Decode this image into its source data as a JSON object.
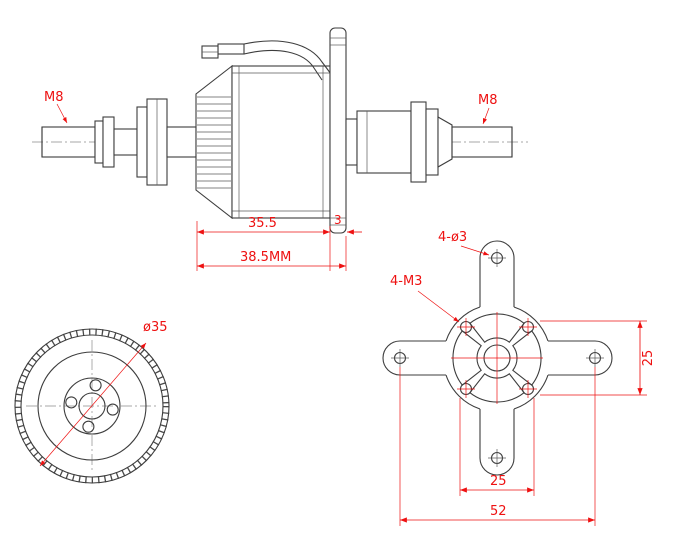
{
  "drawing": {
    "side_view": {
      "label_thread_left": "M8",
      "label_thread_right": "M8",
      "dim_body_length": "35.5",
      "dim_flange_thickness": "3",
      "dim_total_length": "38.5MM"
    },
    "rear_view": {
      "dim_diameter": "ø35"
    },
    "mount_view": {
      "label_tip_holes": "4-ø3",
      "label_screw_holes": "4-M3",
      "dim_hole_span_vertical": "25",
      "dim_hole_span_horizontal": "25",
      "dim_overall_width": "52"
    },
    "colors": {
      "geometry": "#3d3d3d",
      "dimension": "#ee1111"
    }
  }
}
